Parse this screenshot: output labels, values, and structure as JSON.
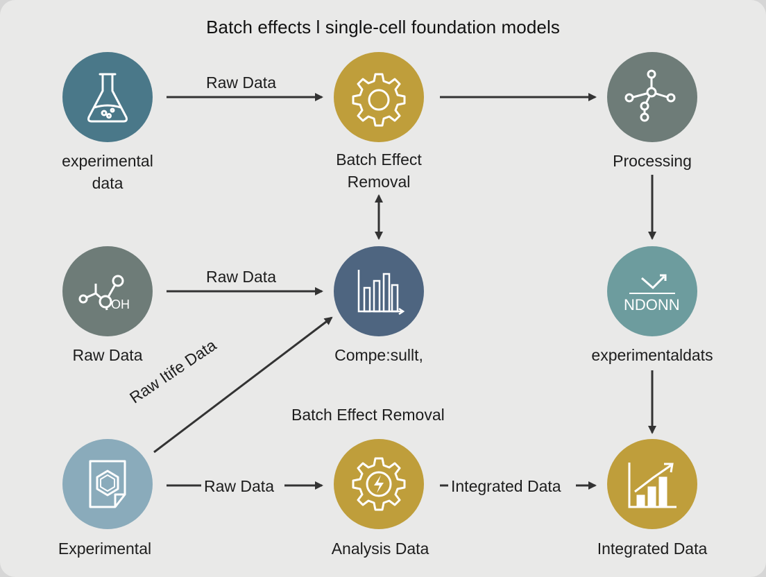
{
  "title": "Batch effects l single-cell foundation models",
  "colors": {
    "teal_dark": "#4a7889",
    "gold": "#bf9e3b",
    "gray_green": "#6e7c78",
    "navy": "#4e6580",
    "teal_light": "#6d9c9e",
    "blue_light": "#8aabbb",
    "arrow": "#333333"
  },
  "nodes": [
    {
      "id": "n1",
      "icon": "flask-icon",
      "label": [
        "experimental",
        "data"
      ]
    },
    {
      "id": "n2",
      "icon": "gear-icon",
      "label": [
        "Batch Effect",
        "Removal"
      ]
    },
    {
      "id": "n3",
      "icon": "molecule-icon",
      "label": [
        "Processing"
      ]
    },
    {
      "id": "n4",
      "icon": "molecule-oh-icon",
      "label": [
        "Raw Data"
      ]
    },
    {
      "id": "n5",
      "icon": "bar-chart-icon",
      "label": [
        "Compe:sullt,"
      ]
    },
    {
      "id": "n6",
      "icon": "ndonn-icon",
      "icon_text": "NDONN",
      "label": [
        "experimentaldats"
      ]
    },
    {
      "id": "n7",
      "icon": "hexagon-document-icon",
      "label": [
        "Experimental"
      ]
    },
    {
      "id": "n8",
      "icon": "lightning-gear-icon",
      "label": [
        "Analysis Data"
      ]
    },
    {
      "id": "n9",
      "icon": "growth-chart-icon",
      "label": [
        "Integrated Data"
      ]
    }
  ],
  "edge_labels": {
    "e1": "Raw Data",
    "e4": "Raw Data",
    "e_diag": "Raw Itife Data",
    "e_mid": "Batch Effect Removal",
    "e7": "Raw Data",
    "e8": "Integrated Data"
  }
}
